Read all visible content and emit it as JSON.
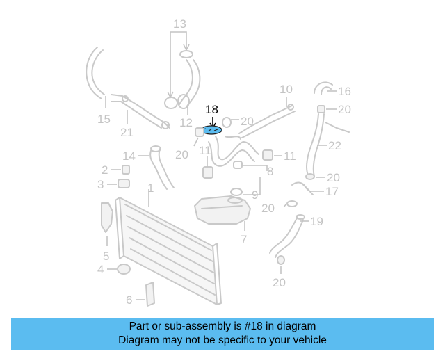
{
  "diagram": {
    "highlight_color": "#5bbcf0",
    "part_color": "#c9c9c9",
    "labels": {
      "p1": "1",
      "p2": "2",
      "p3": "3",
      "p4": "4",
      "p5": "5",
      "p6": "6",
      "p7": "7",
      "p8": "8",
      "p9": "9",
      "p10": "10",
      "p11a": "11",
      "p11b": "11",
      "p12": "12",
      "p13": "13",
      "p14": "14",
      "p15": "15",
      "p16": "16",
      "p17": "17",
      "p18": "18",
      "p19": "19",
      "p20a": "20",
      "p20b": "20",
      "p20c": "20",
      "p20d": "20",
      "p20e": "20",
      "p20f": "20",
      "p21": "21",
      "p22": "22"
    }
  },
  "info": {
    "line1": "Part or sub-assembly is #18 in diagram",
    "line2": "Diagram may not be specific to your vehicle"
  }
}
